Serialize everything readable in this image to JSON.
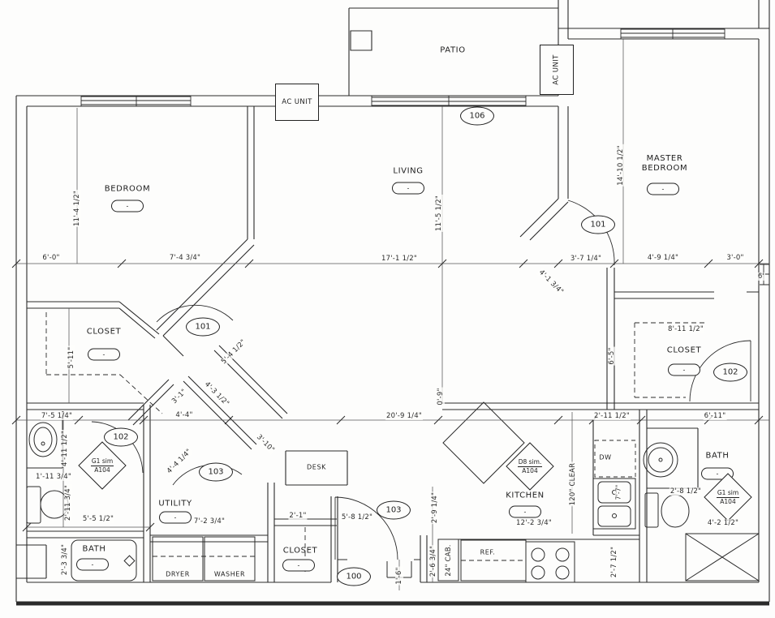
{
  "colors": {
    "ink": "#2a2a2a",
    "paper": "#fdfdfc"
  },
  "tag_dash": "-",
  "rooms": [
    {
      "label": "PATIO"
    },
    {
      "label": "BEDROOM"
    },
    {
      "label": "LIVING"
    },
    {
      "label": "MASTER BEDROOM"
    },
    {
      "label": "CLOSET"
    },
    {
      "label": "CLOSET"
    },
    {
      "label": "BATH"
    },
    {
      "label": "UTILITY"
    },
    {
      "label": "BATH"
    },
    {
      "label": "CLOSET"
    },
    {
      "label": "KITCHEN"
    }
  ],
  "door_tags": [
    {
      "number": "106"
    },
    {
      "number": "101"
    },
    {
      "number": "101"
    },
    {
      "number": "102"
    },
    {
      "number": "102"
    },
    {
      "number": "103"
    },
    {
      "number": "103"
    },
    {
      "number": "100"
    }
  ],
  "detail_tags": [
    {
      "line1": "G1 sim",
      "line2": "A104"
    },
    {
      "line1": "D8 sim.",
      "line2": "A104"
    },
    {
      "line1": "G1 sim",
      "line2": "A104"
    }
  ],
  "equipment": [
    {
      "label": "AC UNIT"
    },
    {
      "label": "AC UNIT"
    },
    {
      "label": "DESK"
    },
    {
      "label": "DRYER"
    },
    {
      "label": "WASHER"
    },
    {
      "label": "REF."
    },
    {
      "label": "DW"
    },
    {
      "label": "24\" CAB."
    },
    {
      "label": "120\" CLEAR"
    },
    {
      "label": "7'-7\""
    }
  ],
  "dims_h": [
    {
      "text": "6'-0\""
    },
    {
      "text": "7'-4 3/4\""
    },
    {
      "text": "17'-1 1/2\""
    },
    {
      "text": "3'-7 1/4\""
    },
    {
      "text": "4'-9 1/4\""
    },
    {
      "text": "3'-0\""
    },
    {
      "text": "8'-11 1/2\""
    },
    {
      "text": "7'-5 1/4\""
    },
    {
      "text": "4'-4\""
    },
    {
      "text": "20'-9 1/4\""
    },
    {
      "text": "2'-11 1/2\""
    },
    {
      "text": "6'-11\""
    },
    {
      "text": "1'-11 3/4\""
    },
    {
      "text": "5'-5 1/2\""
    },
    {
      "text": "7'-2 3/4\""
    },
    {
      "text": "2'-1\""
    },
    {
      "text": "5'-8 1/2\""
    },
    {
      "text": "12'-2 3/4\""
    },
    {
      "text": "2'-8 1/2\""
    },
    {
      "text": "4'-2 1/2\""
    },
    {
      "text": "6'"
    }
  ],
  "dims_v": [
    {
      "text": "11'-4 1/2\""
    },
    {
      "text": "11'-5 1/2\""
    },
    {
      "text": "14'-10 1/2\""
    },
    {
      "text": "5'-11\""
    },
    {
      "text": "6'-5\""
    },
    {
      "text": "0'-9\""
    },
    {
      "text": "4'-11 1/2\""
    },
    {
      "text": "2'-11 3/4\""
    },
    {
      "text": "2'-3 3/4\""
    },
    {
      "text": "2'-9 1/4\""
    },
    {
      "text": "2'-6 3/4\""
    },
    {
      "text": "2'-7 1/2\""
    },
    {
      "text": "1'-6\""
    }
  ],
  "dims_diag": [
    {
      "text": "5'-4 1/2\""
    },
    {
      "text": "3'-1\""
    },
    {
      "text": "4'-3 1/2\""
    },
    {
      "text": "4'-4 1/4\""
    },
    {
      "text": "3'-10\""
    },
    {
      "text": "4'-1 3/4\""
    }
  ]
}
